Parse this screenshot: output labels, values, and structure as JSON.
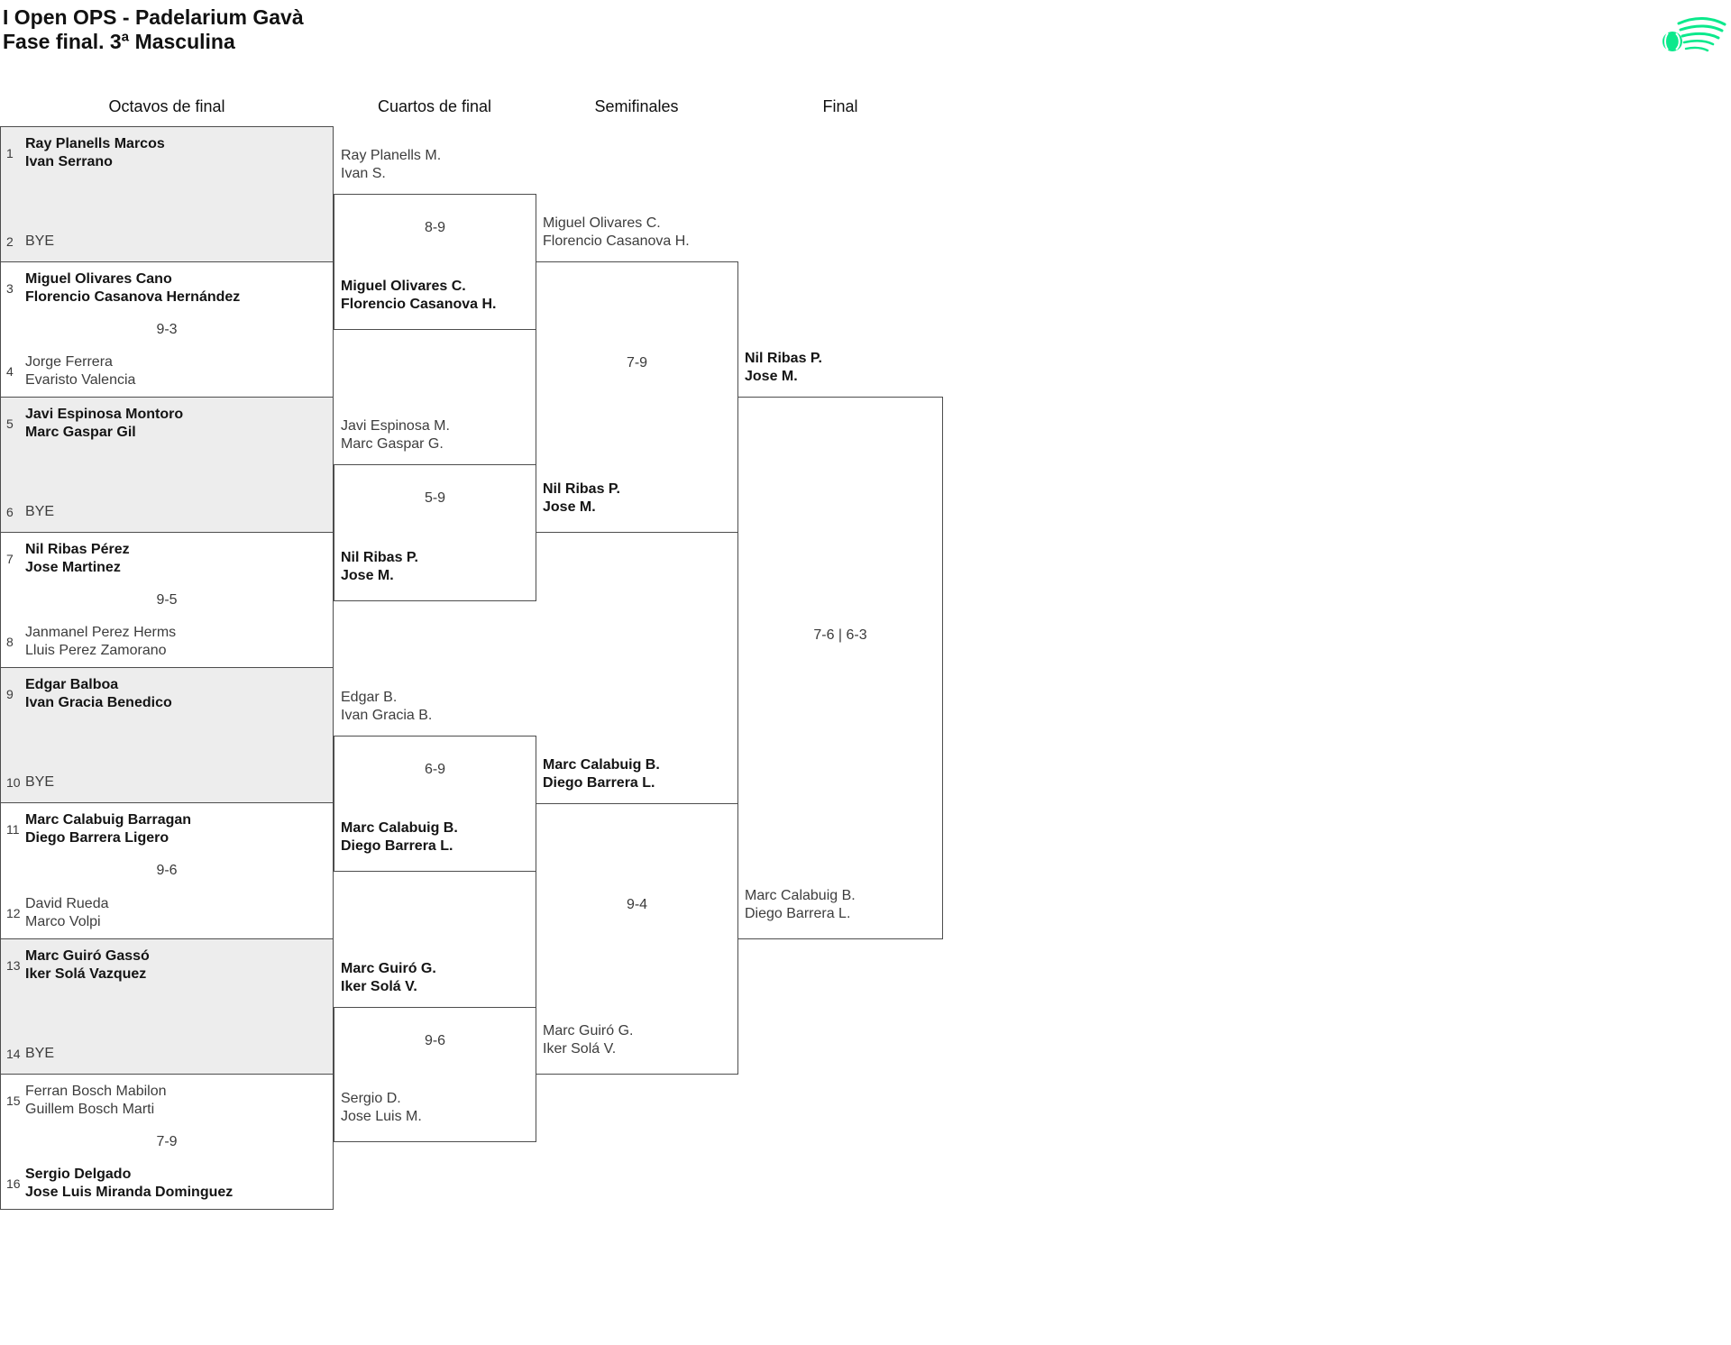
{
  "header": {
    "title": "I Open OPS - Padelarium Gavà",
    "subtitle": "Fase final. 3ª Masculina",
    "logo": {
      "name": "padel-ball-swoosh",
      "color": "#0BE98C"
    }
  },
  "chart_data": {
    "type": "table",
    "subtype": "tournament-bracket",
    "round_headers": [
      "Octavos de final",
      "Cuartos de final",
      "Semifinales",
      "Final"
    ],
    "r16": [
      {
        "seed1": "1",
        "team1": [
          "Ray Planells Marcos",
          "Ivan Serrano"
        ],
        "team1_win": true,
        "score": "",
        "seed2": "2",
        "team2": [
          "BYE"
        ],
        "team2_win": false
      },
      {
        "seed1": "3",
        "team1": [
          "Miguel Olivares Cano",
          "Florencio Casanova Hernández"
        ],
        "team1_win": true,
        "score": "9-3",
        "seed2": "4",
        "team2": [
          "Jorge Ferrera",
          "Evaristo Valencia"
        ],
        "team2_win": false
      },
      {
        "seed1": "5",
        "team1": [
          "Javi Espinosa Montoro",
          "Marc Gaspar Gil"
        ],
        "team1_win": true,
        "score": "",
        "seed2": "6",
        "team2": [
          "BYE"
        ],
        "team2_win": false
      },
      {
        "seed1": "7",
        "team1": [
          "Nil Ribas Pérez",
          "Jose Martinez"
        ],
        "team1_win": true,
        "score": "9-5",
        "seed2": "8",
        "team2": [
          "Janmanel Perez Herms",
          "Lluis Perez Zamorano"
        ],
        "team2_win": false
      },
      {
        "seed1": "9",
        "team1": [
          "Edgar Balboa",
          "Ivan Gracia Benedico"
        ],
        "team1_win": true,
        "score": "",
        "seed2": "10",
        "team2": [
          "BYE"
        ],
        "team2_win": false
      },
      {
        "seed1": "11",
        "team1": [
          "Marc Calabuig Barragan",
          "Diego Barrera Ligero"
        ],
        "team1_win": true,
        "score": "9-6",
        "seed2": "12",
        "team2": [
          "David Rueda",
          "Marco Volpi"
        ],
        "team2_win": false
      },
      {
        "seed1": "13",
        "team1": [
          "Marc Guiró Gassó",
          "Iker Solá Vazquez"
        ],
        "team1_win": true,
        "score": "",
        "seed2": "14",
        "team2": [
          "BYE"
        ],
        "team2_win": false
      },
      {
        "seed1": "15",
        "team1": [
          "Ferran Bosch Mabilon",
          "Guillem Bosch Marti"
        ],
        "team1_win": false,
        "score": "7-9",
        "seed2": "16",
        "team2": [
          "Sergio Delgado",
          "Jose Luis Miranda Dominguez"
        ],
        "team2_win": true
      }
    ],
    "quarterfinals": [
      {
        "team1": [
          "Ray Planells M.",
          "Ivan S."
        ],
        "team1_win": false,
        "score": "8-9",
        "team2": [
          "Miguel Olivares C.",
          "Florencio Casanova H."
        ],
        "team2_win": true
      },
      {
        "team1": [
          "Javi Espinosa M.",
          "Marc Gaspar G."
        ],
        "team1_win": false,
        "score": "5-9",
        "team2": [
          "Nil Ribas P.",
          "Jose M."
        ],
        "team2_win": true
      },
      {
        "team1": [
          "Edgar B.",
          "Ivan Gracia B."
        ],
        "team1_win": false,
        "score": "6-9",
        "team2": [
          "Marc Calabuig B.",
          "Diego Barrera L."
        ],
        "team2_win": true
      },
      {
        "team1": [
          "Marc Guiró G.",
          "Iker Solá V."
        ],
        "team1_win": true,
        "score": "9-6",
        "team2": [
          "Sergio D.",
          "Jose Luis M."
        ],
        "team2_win": false
      }
    ],
    "semifinals": [
      {
        "team1": [
          "Miguel Olivares C.",
          "Florencio Casanova H."
        ],
        "team1_win": false,
        "score": "7-9",
        "team2": [
          "Nil Ribas P.",
          "Jose M."
        ],
        "team2_win": true
      },
      {
        "team1": [
          "Marc Calabuig B.",
          "Diego Barrera L."
        ],
        "team1_win": true,
        "score": "9-4",
        "team2": [
          "Marc Guiró G.",
          "Iker Solá V."
        ],
        "team2_win": false
      }
    ],
    "final": {
      "team1": [
        "Nil Ribas P.",
        "Jose M."
      ],
      "team1_win": true,
      "score": "7-6 | 6-3",
      "team2": [
        "Marc Calabuig B.",
        "Diego Barrera L."
      ],
      "team2_win": false
    }
  }
}
